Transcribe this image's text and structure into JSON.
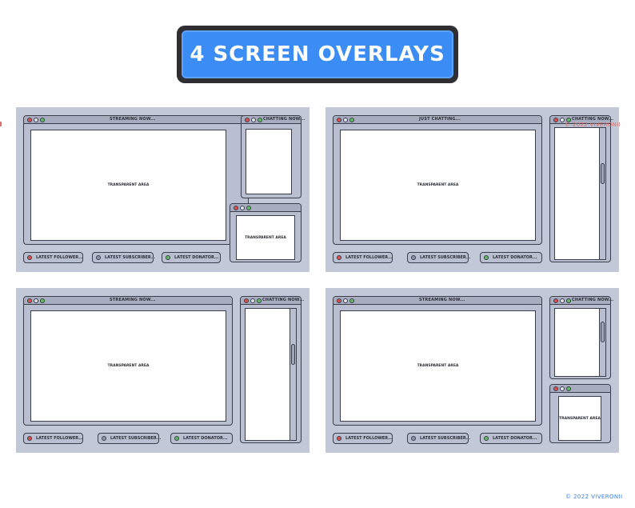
{
  "title": "4 SCREEN OVERLAYS",
  "colors": {
    "title_bg": "#3b8cf5",
    "panel_bg": "#c3c8d8",
    "frame": "#3a3d4a",
    "copyright": "#3d7fe0"
  },
  "labels": {
    "transparent": "TRANSPARENT AREA",
    "streaming": "STREAMING NOW...",
    "just_chatting": "JUST CHATTING...",
    "chatting": "CHATTING NOW...",
    "follower": "LATEST FOLLOWER...",
    "subscriber": "LATEST SUBSCRIBER...",
    "donator": "LATEST DONATOR..."
  },
  "watermark": "© 2022 VIVERONII",
  "copyright": "© 2022 VIVERONII",
  "icons": [
    "window-dot-red-icon",
    "window-dot-grey-icon",
    "window-dot-green-icon",
    "scrollbar-thumb-icon"
  ]
}
